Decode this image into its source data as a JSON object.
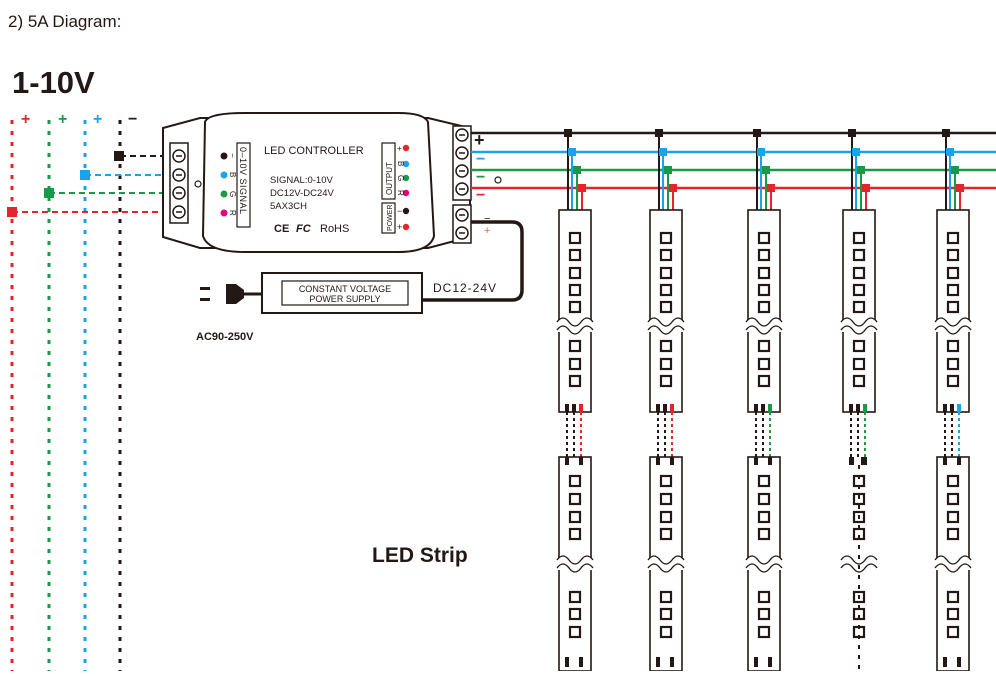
{
  "section_heading": "2) 5A Diagram:",
  "mode_title": "1-10V",
  "input_signs": {
    "black": "−",
    "blue": "+",
    "green": "+",
    "red": "+"
  },
  "controller": {
    "title": "LED CONTROLLER",
    "signal_label": "0–10V SIGNAL",
    "signal_spec": "SIGNAL:0-10V",
    "voltage_spec": "DC12V-DC24V",
    "channel_spec": "5AX3CH",
    "cert_ce": "CE",
    "cert_fc": "FC",
    "cert_rohs": "RoHS",
    "output_label": "OUTPUT",
    "power_label": "POWER",
    "pin_marks": {
      "v": "−",
      "b": "B",
      "g": "G",
      "r": "R",
      "plus": "+",
      "minus": "−"
    }
  },
  "power_supply": {
    "line1": "CONSTANT VOLTAGE",
    "line2": "POWER SUPPLY",
    "output_label": "DC12-24V",
    "input_label": "AC90-250V"
  },
  "bus_signs": {
    "plus": "+",
    "blue": "−",
    "green": "−",
    "red": "−"
  },
  "strip_label": "LED Strip",
  "colors": {
    "black": "#231815",
    "blue": "#1aa3e8",
    "green": "#1a9a46",
    "red": "#e5242b",
    "pink": "#e4007f"
  },
  "strip_count": 5
}
